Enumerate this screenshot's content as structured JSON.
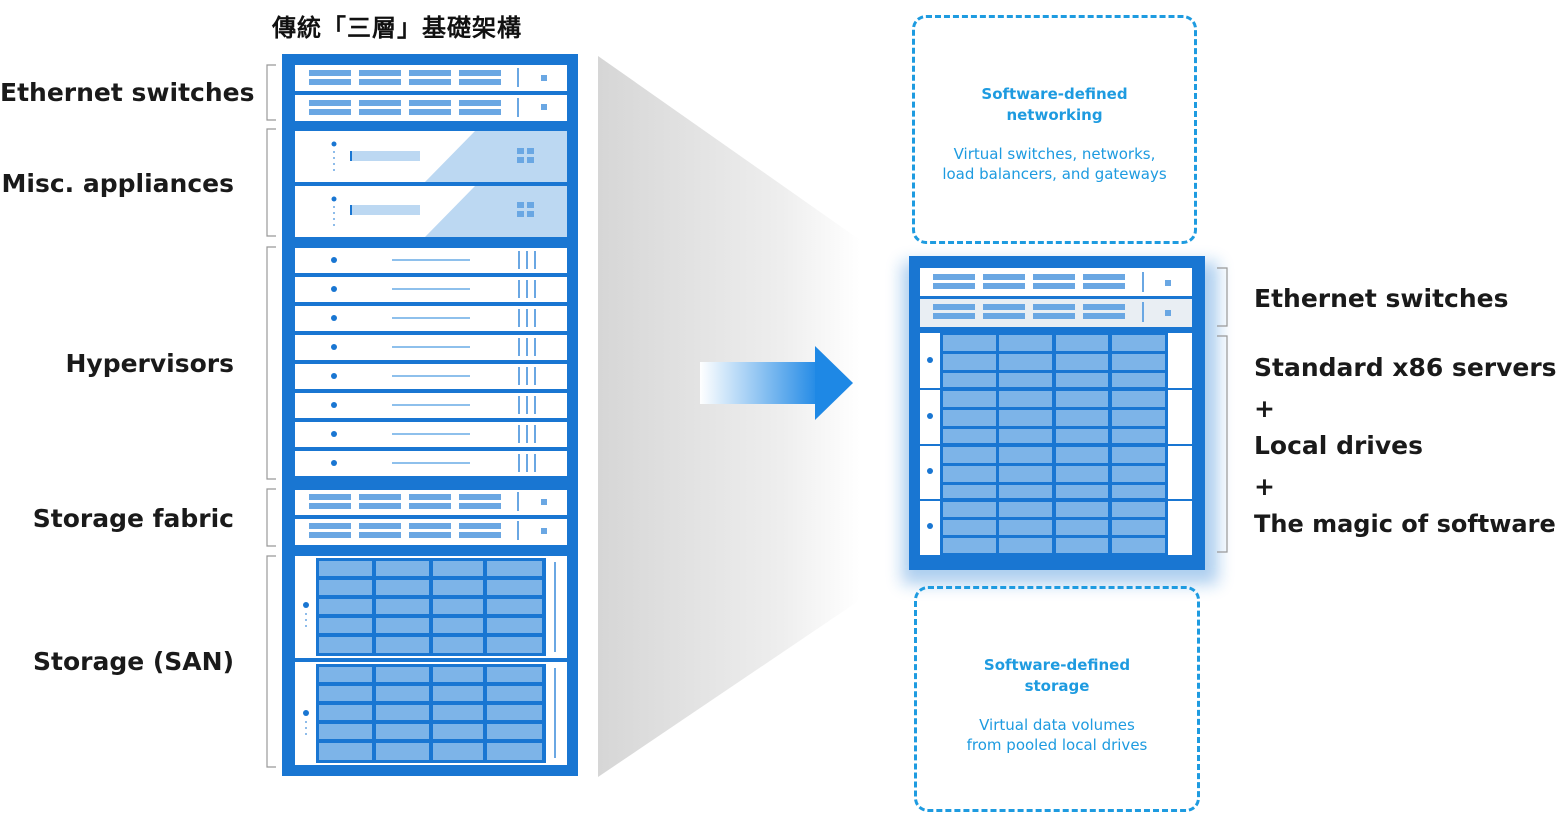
{
  "title": "傳統「三層」基礎架構",
  "left_labels": {
    "ethernet": "Ethernet switches",
    "misc": "Misc. appliances",
    "hypervisors": "Hypervisors",
    "fabric": "Storage fabric",
    "san": "Storage (SAN)"
  },
  "networking": {
    "title_line1": "Software-defined",
    "title_line2": "networking",
    "desc_line1": "Virtual switches, networks,",
    "desc_line2": "load balancers, and gateways"
  },
  "storage": {
    "title_line1": "Software-defined",
    "title_line2": "storage",
    "desc_line1": "Virtual data volumes",
    "desc_line2": "from pooled local drives"
  },
  "right_labels": {
    "ethernet": "Ethernet switches",
    "servers": "Standard x86 servers",
    "plus1": "+",
    "drives": "Local drives",
    "plus2": "+",
    "magic": "The magic of software"
  },
  "colors": {
    "rack_blue": "#1976d2",
    "accent_blue": "#1e9be0",
    "light_blue": "#bcd8f2",
    "drive_blue": "#7db4e8"
  }
}
